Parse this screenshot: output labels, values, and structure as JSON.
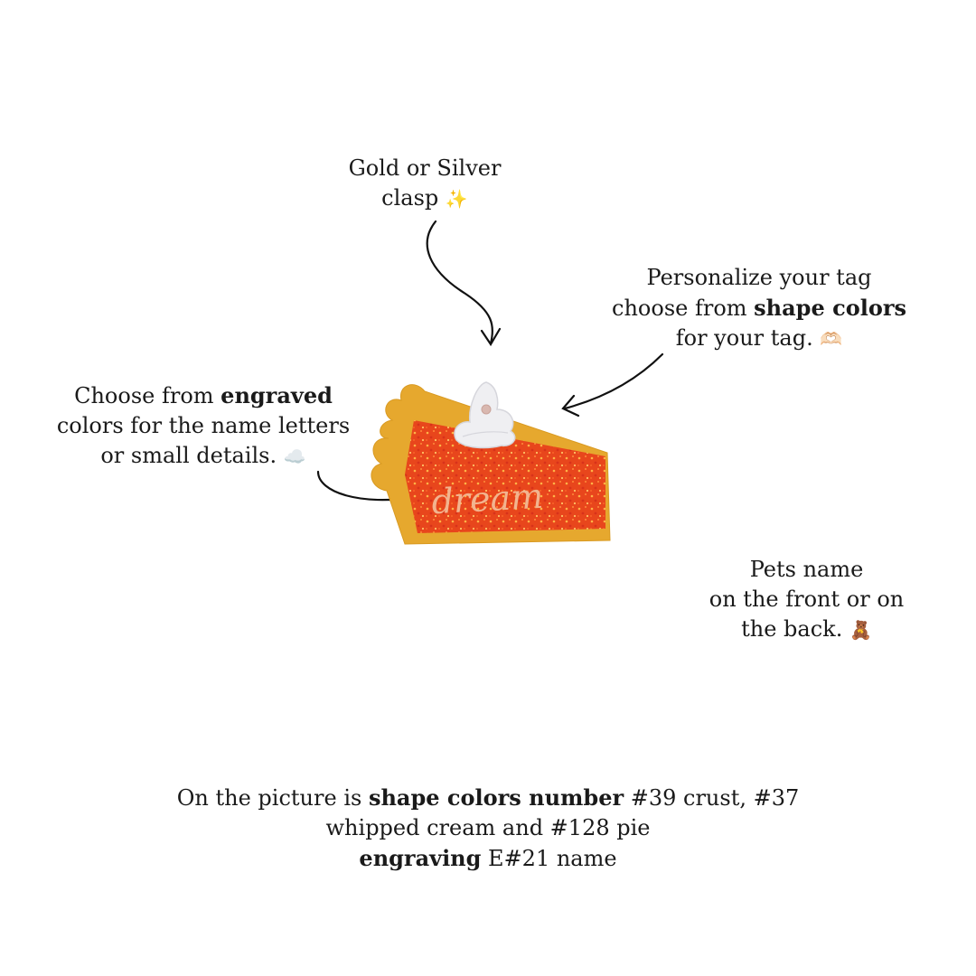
{
  "annotations": {
    "clasp": {
      "line1": "Gold or Silver",
      "line2": "clasp",
      "emoji": "✨"
    },
    "personalize": {
      "line1": "Personalize your tag",
      "line2_prefix": "choose from ",
      "line2_bold": "shape colors",
      "line3": "for your tag.",
      "emoji": "🫶🏻"
    },
    "engraved": {
      "line1_prefix": "Choose from ",
      "line1_bold": "engraved",
      "line2": "colors for the name letters",
      "line3": "or small details.",
      "emoji": "☁️"
    },
    "pets": {
      "line1": "Pets name",
      "line2": "on the front or on",
      "line3": "the back.",
      "emoji": "🧸"
    },
    "bottom": {
      "line1_prefix": "On the picture is ",
      "line1_bold": "shape colors number",
      "line1_suffix": " #39 crust, #37",
      "line2": "whipped cream and #128 pie",
      "line3_bold": "engraving",
      "line3_suffix": " E#21 name"
    }
  },
  "product": {
    "engraved_text": "dream",
    "colors": {
      "crust": "#E6A82E",
      "pie": "#E8461C",
      "cream": "#EFEFF2",
      "engraving": "#F2B48F"
    }
  }
}
